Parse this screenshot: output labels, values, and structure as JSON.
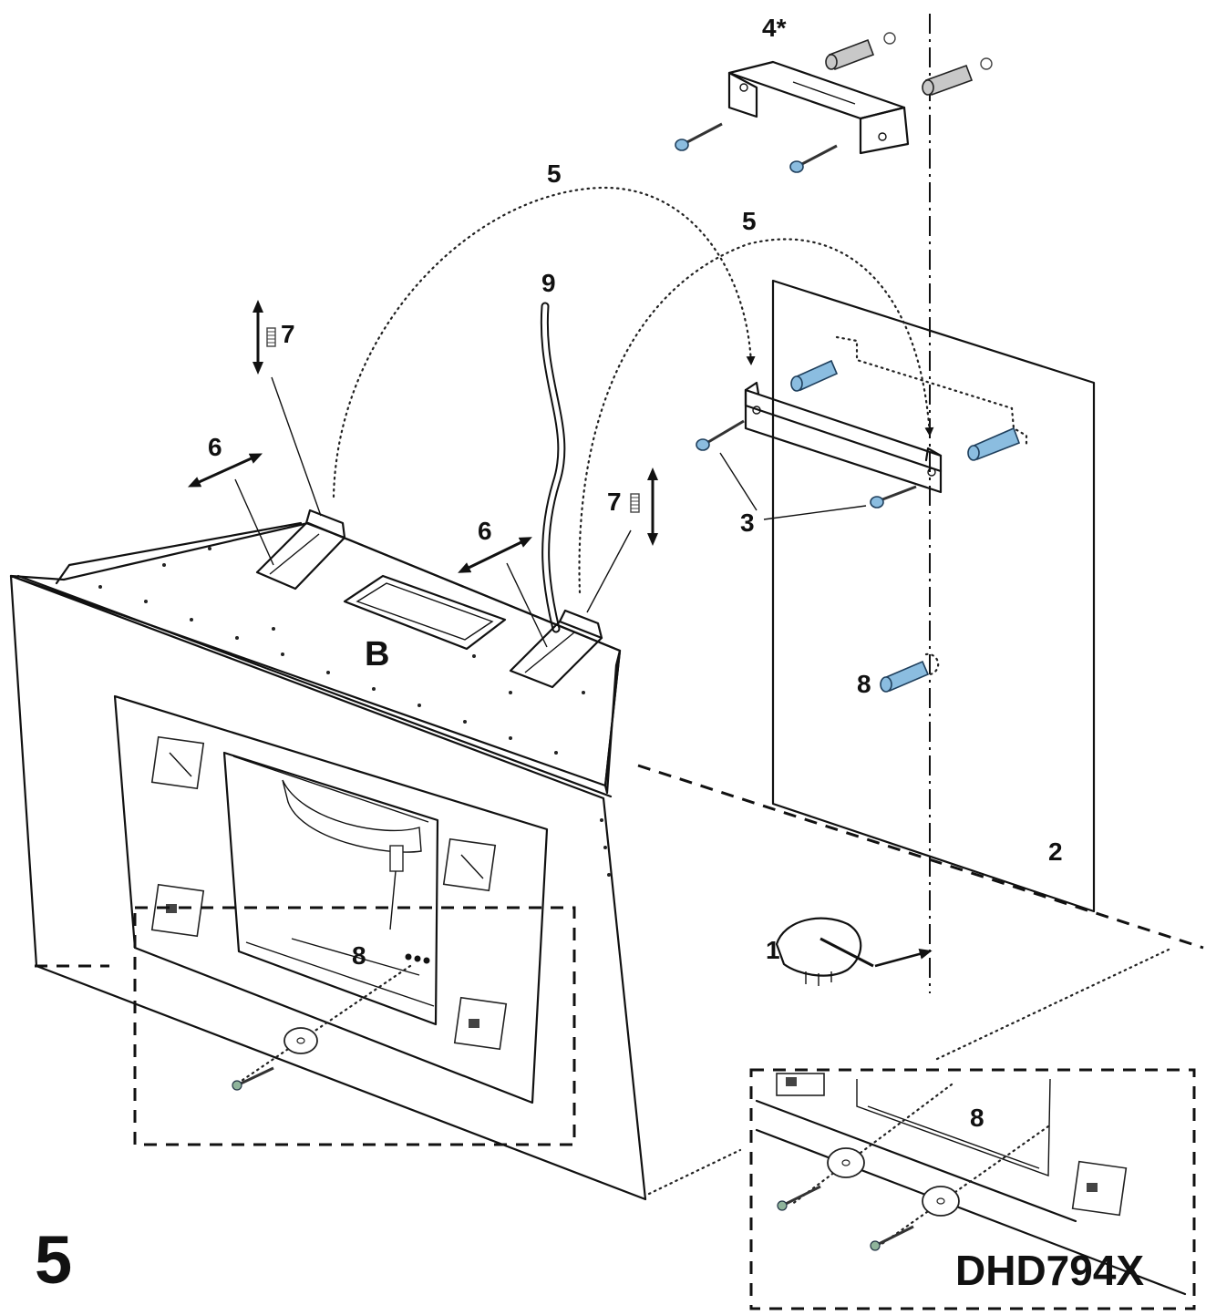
{
  "step_number": "5",
  "model_code": "DHD794X",
  "part_label_b": "B",
  "callouts": {
    "bracket_top": "4*",
    "arc_left": "5",
    "arc_right": "5",
    "cable": "9",
    "spring_left": "7",
    "spring_right": "7",
    "slide_left": "6",
    "slide_right": "6",
    "screws": "3",
    "wall_plug": "8",
    "wall": "2",
    "pencil": "1",
    "hood_screw": "8",
    "inset_screw": "8"
  },
  "colors": {
    "line": "#111111",
    "fastener_blue": "#8bbde0",
    "fastener_grey": "#c8c8c8",
    "background": "#ffffff"
  },
  "icons": [
    "spring-icon",
    "double-arrow-icon",
    "wall-plug-icon",
    "screw-icon",
    "washer-icon",
    "hand-pencil-icon"
  ]
}
